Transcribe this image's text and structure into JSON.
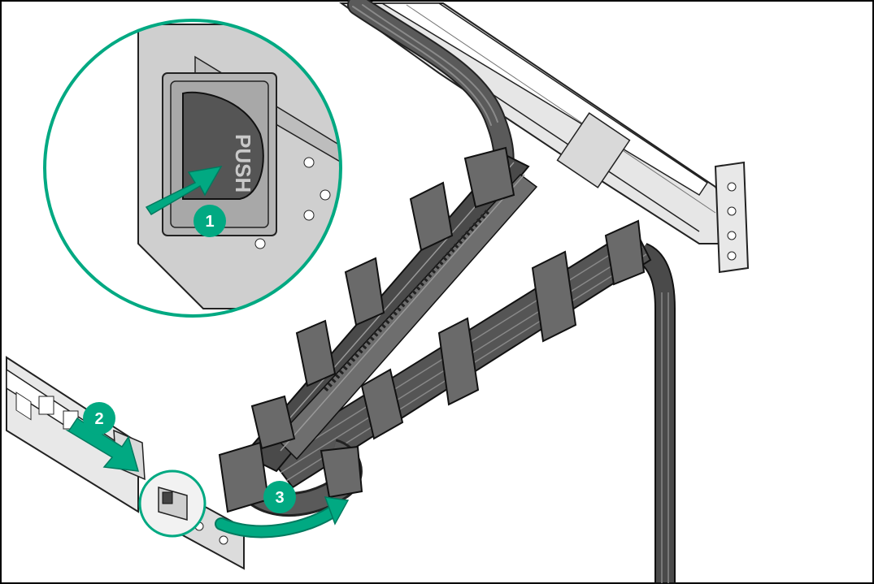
{
  "figure": {
    "title": "",
    "accent_color": "#01a982",
    "cable_color": "#4a4a4a",
    "metal_color": "#c8c8c8",
    "border_color": "#000000",
    "callouts": [
      {
        "number": "1",
        "action": "push-release-tab"
      },
      {
        "number": "2",
        "action": "slide-rail-direction"
      },
      {
        "number": "3",
        "action": "rotate-arm-direction"
      }
    ],
    "release_tab_label": "PUSH",
    "icons": [
      "green-arrow-icon",
      "curved-arrow-icon",
      "magnifier-circle"
    ]
  }
}
